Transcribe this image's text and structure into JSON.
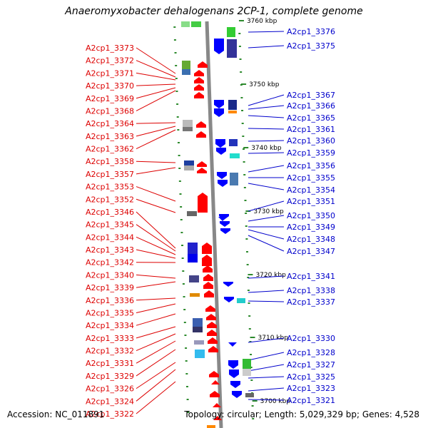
{
  "title": "Anaeromyxobacter dehalogenans 2CP-1, complete genome",
  "footer": {
    "accession": "Accession: NC_011891",
    "summary": "Topology: circular; Length: 5,029,329 bp; Genes: 4,528"
  },
  "colors": {
    "left_label": "#dd0000",
    "right_label": "#0000cc",
    "axis": "#888888",
    "tick": "#2d8a2d",
    "forward_gene": "#ff0000",
    "reverse_gene": "#0000ff"
  },
  "scale_labels": [
    "3760 kbp",
    "3750 kbp",
    "3740 kbp",
    "3730 kbp",
    "3720 kbp",
    "3710 kbp",
    "3700 kbp"
  ],
  "left_genes": [
    "A2cp1_3373",
    "A2cp1_3372",
    "A2cp1_3371",
    "A2cp1_3370",
    "A2cp1_3369",
    "A2cp1_3368",
    "A2cp1_3364",
    "A2cp1_3363",
    "A2cp1_3362",
    "A2cp1_3358",
    "A2cp1_3357",
    "A2cp1_3353",
    "A2cp1_3352",
    "A2cp1_3346",
    "A2cp1_3345",
    "A2cp1_3344",
    "A2cp1_3343",
    "A2cp1_3342",
    "A2cp1_3340",
    "A2cp1_3339",
    "A2cp1_3336",
    "A2cp1_3335",
    "A2cp1_3334",
    "A2cp1_3333",
    "A2cp1_3332",
    "A2cp1_3331",
    "A2cp1_3329",
    "A2cp1_3326",
    "A2cp1_3324",
    "A2cp1_3322"
  ],
  "right_genes": [
    "A2cp1_3376",
    "A2cp1_3375",
    "A2cp1_3367",
    "A2cp1_3366",
    "A2cp1_3365",
    "A2cp1_3361",
    "A2cp1_3360",
    "A2cp1_3359",
    "A2cp1_3356",
    "A2cp1_3355",
    "A2cp1_3354",
    "A2cp1_3351",
    "A2cp1_3350",
    "A2cp1_3349",
    "A2cp1_3348",
    "A2cp1_3347",
    "A2cp1_3341",
    "A2cp1_3338",
    "A2cp1_3337",
    "A2cp1_3330",
    "A2cp1_3328",
    "A2cp1_3327",
    "A2cp1_3325",
    "A2cp1_3323",
    "A2cp1_3321"
  ]
}
